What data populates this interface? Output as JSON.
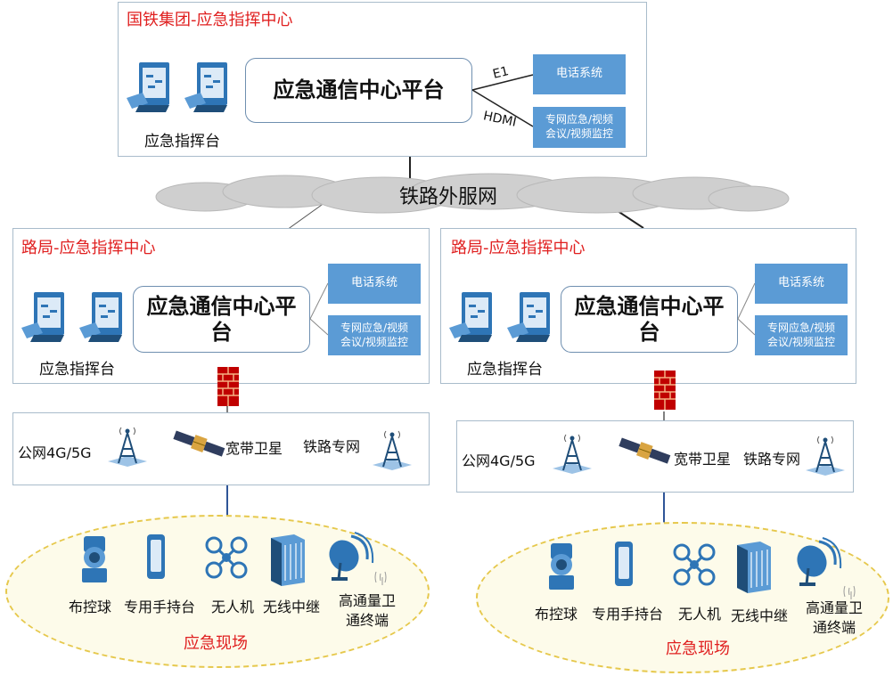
{
  "hq": {
    "title": "国铁集团-应急指挥中心",
    "platform": "应急通信中心平台",
    "console_label": "应急指挥台",
    "phone": "电话系统",
    "video": "专网应急/视频会议/视频监控",
    "e1": "E1",
    "hdmi": "HDMI"
  },
  "network": {
    "label": "铁路外服网"
  },
  "bureaus": [
    {
      "title": "路局-应急指挥中心",
      "platform": "应急通信中心平台",
      "console_label": "应急指挥台",
      "phone": "电话系统",
      "video": "专网应急/视频会议/视频监控",
      "public_net": "公网4G/5G",
      "satellite": "宽带卫星",
      "railway_net": "铁路专网",
      "site": {
        "title": "应急现场",
        "devices": [
          "布控球",
          "专用手持台",
          "无人机",
          "无线中继",
          "高通量卫通终端"
        ]
      }
    },
    {
      "title": "路局-应急指挥中心",
      "platform": "应急通信中心平台",
      "console_label": "应急指挥台",
      "phone": "电话系统",
      "video": "专网应急/视频会议/视频监控",
      "public_net": "公网4G/5G",
      "satellite": "宽带卫星",
      "railway_net": "铁路专网",
      "site": {
        "title": "应急现场",
        "devices": [
          "布控球",
          "专用手持台",
          "无人机",
          "无线中继",
          "高通量卫通终端"
        ]
      }
    }
  ],
  "colors": {
    "title_red": "#e02020",
    "box_blue": "#5b9bd5",
    "icon_blue": "#2e75b6",
    "site_border": "#e6c84c",
    "site_fill": "#fdfbea"
  }
}
